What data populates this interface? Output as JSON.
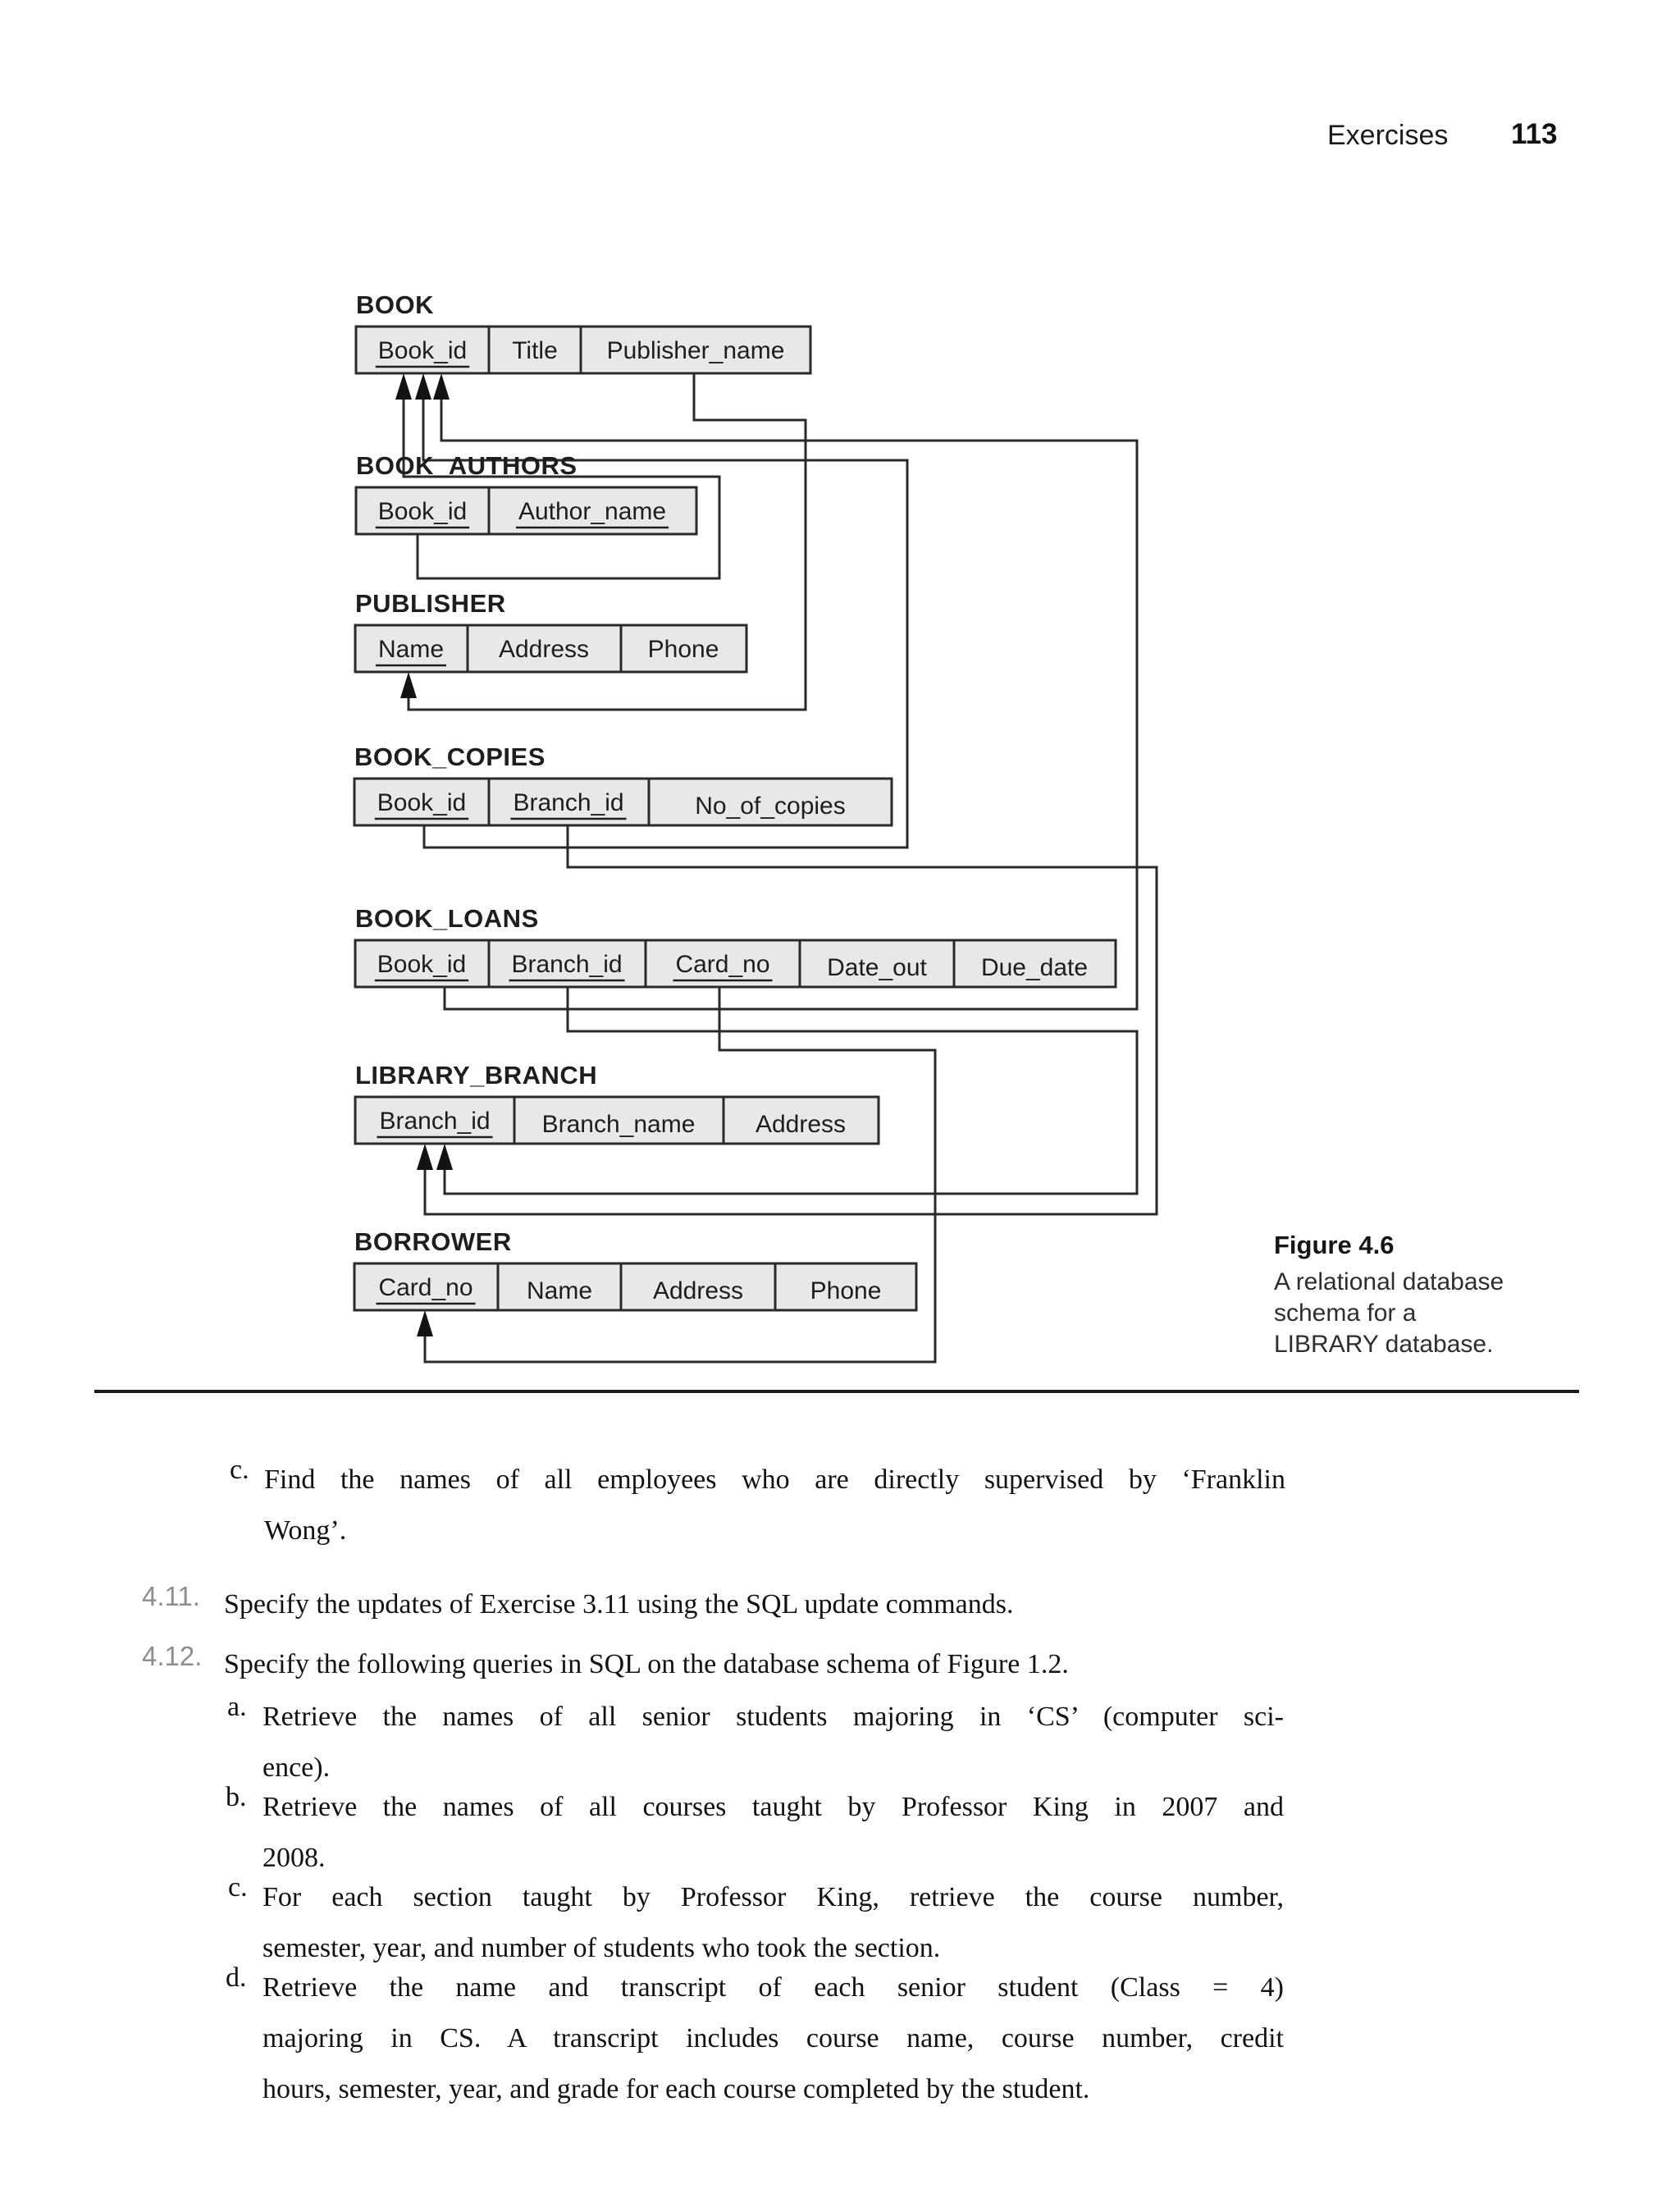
{
  "header": {
    "title": "Exercises",
    "page_number": "113"
  },
  "figure": {
    "caption": {
      "label": "Figure 4.6",
      "lines": [
        "A relational database",
        "schema for a",
        "LIBRARY database."
      ]
    },
    "colors": {
      "cell_fill": "#e8e8e8",
      "line": "#2a2a2a"
    },
    "tables": [
      {
        "name": "BOOK",
        "attributes": [
          {
            "label": "Book_id",
            "pk": true
          },
          {
            "label": "Title",
            "pk": false
          },
          {
            "label": "Publisher_name",
            "pk": false
          }
        ]
      },
      {
        "name": "BOOK_AUTHORS",
        "attributes": [
          {
            "label": "Book_id",
            "pk": true
          },
          {
            "label": "Author_name",
            "pk": true
          }
        ]
      },
      {
        "name": "PUBLISHER",
        "attributes": [
          {
            "label": "Name",
            "pk": true
          },
          {
            "label": "Address",
            "pk": false
          },
          {
            "label": "Phone",
            "pk": false
          }
        ]
      },
      {
        "name": "BOOK_COPIES",
        "attributes": [
          {
            "label": "Book_id",
            "pk": true
          },
          {
            "label": "Branch_id",
            "pk": true
          },
          {
            "label": "No_of_copies",
            "pk": false
          }
        ]
      },
      {
        "name": "BOOK_LOANS",
        "attributes": [
          {
            "label": "Book_id",
            "pk": true
          },
          {
            "label": "Branch_id",
            "pk": true
          },
          {
            "label": "Card_no",
            "pk": true
          },
          {
            "label": "Date_out",
            "pk": false
          },
          {
            "label": "Due_date",
            "pk": false
          }
        ]
      },
      {
        "name": "LIBRARY_BRANCH",
        "attributes": [
          {
            "label": "Branch_id",
            "pk": true
          },
          {
            "label": "Branch_name",
            "pk": false
          },
          {
            "label": "Address",
            "pk": false
          }
        ]
      },
      {
        "name": "BORROWER",
        "attributes": [
          {
            "label": "Card_no",
            "pk": true
          },
          {
            "label": "Name",
            "pk": false
          },
          {
            "label": "Address",
            "pk": false
          },
          {
            "label": "Phone",
            "pk": false
          }
        ]
      }
    ],
    "relationships": [
      {
        "from": "BOOK_AUTHORS.Book_id",
        "to": "BOOK.Book_id"
      },
      {
        "from": "BOOK_COPIES.Book_id",
        "to": "BOOK.Book_id"
      },
      {
        "from": "BOOK_LOANS.Book_id",
        "to": "BOOK.Book_id"
      },
      {
        "from": "BOOK.Publisher_name",
        "to": "PUBLISHER.Name"
      },
      {
        "from": "BOOK_COPIES.Branch_id",
        "to": "LIBRARY_BRANCH.Branch_id"
      },
      {
        "from": "BOOK_LOANS.Branch_id",
        "to": "LIBRARY_BRANCH.Branch_id"
      },
      {
        "from": "BOOK_LOANS.Card_no",
        "to": "BORROWER.Card_no"
      }
    ]
  },
  "exercises": {
    "items": [
      {
        "label": "c.",
        "lines": [
          "Find the names of all employees who are directly supervised by ‘Franklin",
          "Wong’."
        ]
      },
      {
        "label": "4.11.",
        "lines": [
          "Specify the updates of Exercise 3.11 using the SQL update commands."
        ]
      },
      {
        "label": "4.12.",
        "lines": [
          "Specify the following queries in SQL on the database schema of Figure 1.2."
        ]
      },
      {
        "label": "a.",
        "lines": [
          "Retrieve the names of all senior students majoring in ‘CS’ (computer sci-",
          "ence)."
        ]
      },
      {
        "label": "b.",
        "lines": [
          "Retrieve the names of all courses taught by Professor King in 2007 and",
          "2008."
        ]
      },
      {
        "label": "c.",
        "lines": [
          "For each section taught by Professor King, retrieve the course number,",
          "semester, year, and number of students who took the section."
        ]
      },
      {
        "label": "d.",
        "lines": [
          "Retrieve the name and transcript of each senior student (Class = 4)",
          "majoring in CS. A transcript includes course name, course number, credit",
          "hours, semester, year, and grade for each course completed by the student."
        ]
      }
    ]
  }
}
